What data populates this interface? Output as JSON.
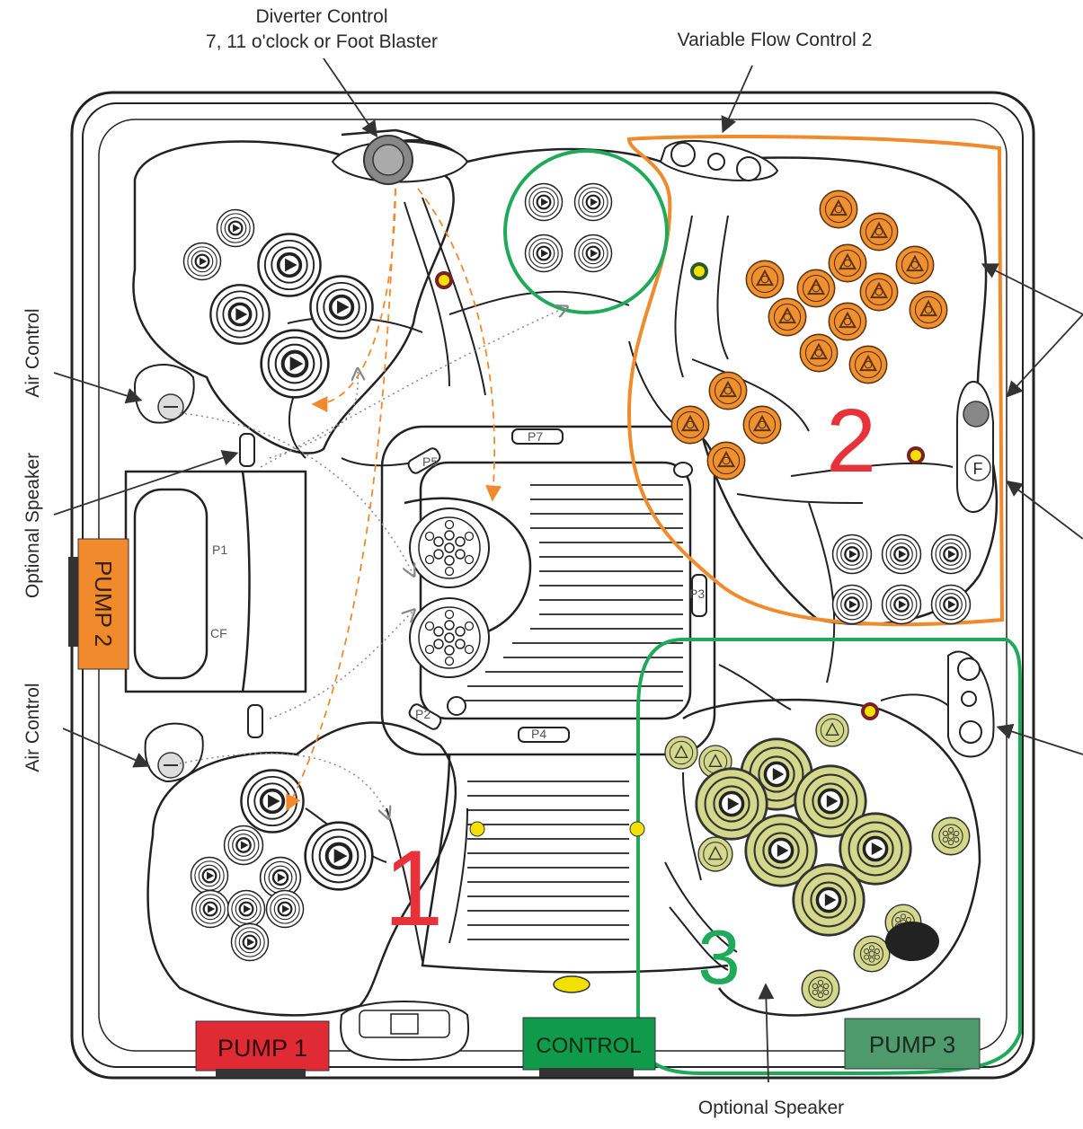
{
  "labels": {
    "diverter_line1": "Diverter Control",
    "diverter_line2": "7, 11 o'clock or Foot Blaster",
    "variable_flow": "Variable Flow Control 2",
    "air_control_top": "Air Control",
    "air_control_bottom": "Air Control",
    "optional_speaker_left": "Optional Speaker",
    "optional_speaker_bottom": "Optional Speaker"
  },
  "equipment": {
    "pump1": "PUMP  1",
    "pump2": "PUMP  2",
    "pump3": "PUMP  3",
    "control": "CONTROL"
  },
  "zones": {
    "zone1": "1",
    "zone2": "2",
    "zone3": "3"
  },
  "seat_markers": {
    "p1": "P1",
    "cf": "CF",
    "p7": "P7",
    "p5": "P5",
    "p3": "P3",
    "p4": "P4",
    "p2": "P2",
    "f": "F"
  },
  "colors": {
    "zone1": "#e8323a",
    "zone2": "#f08a2c",
    "zone3": "#1faa59",
    "pump1": "#e02b35",
    "pump2": "#f08a2c",
    "pump3": "#4f9a6c",
    "control": "#0f9a4c",
    "orange_jet": "#f0902e",
    "green_jet": "#d3d88a",
    "indicator_yellow": "#f2e000"
  }
}
